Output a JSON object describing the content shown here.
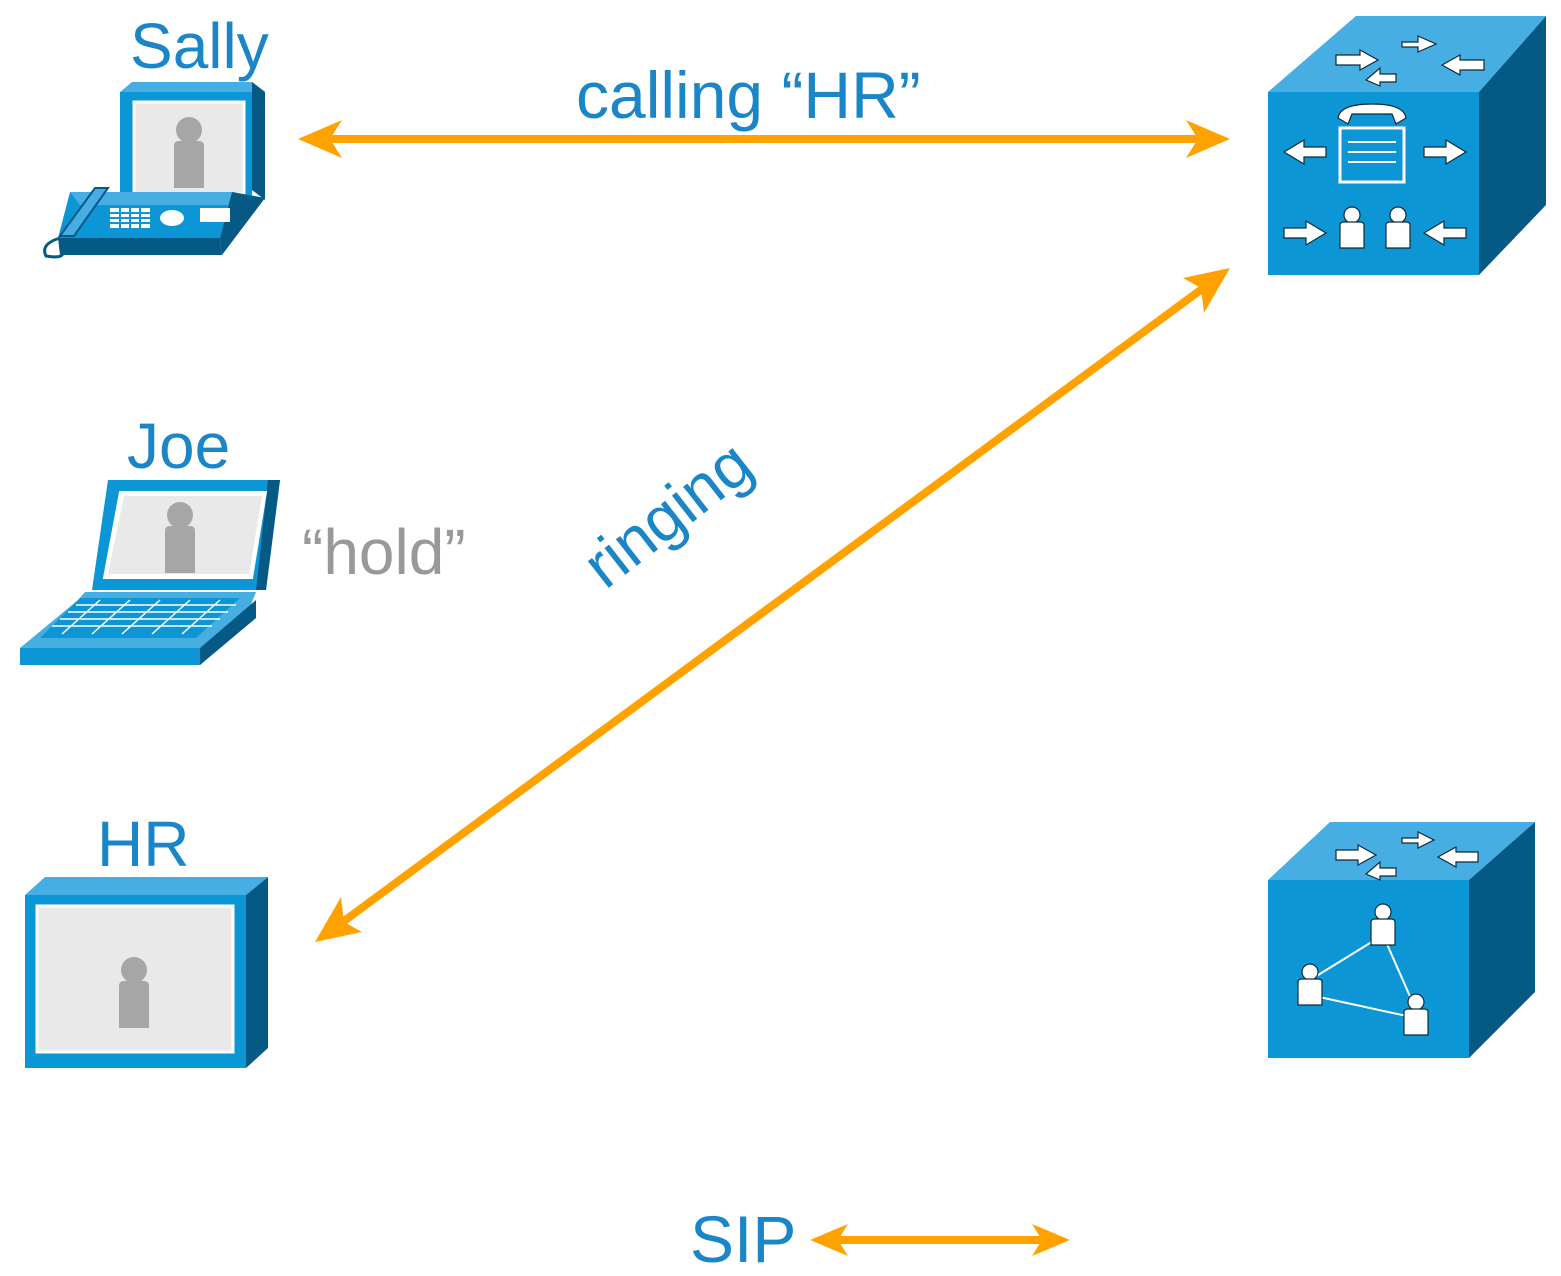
{
  "colors": {
    "accent_blue": "#1a86c8",
    "device_blue": "#0d96d6",
    "device_light": "#46aee3",
    "device_dark": "#055a85",
    "arrow_orange": "#ffa200",
    "figure_gray": "#a6a6a6",
    "hold_gray": "#999999"
  },
  "nodes": {
    "sally": {
      "label": "Sally",
      "icon": "ip-video-phone-icon"
    },
    "joe": {
      "label": "Joe",
      "icon": "laptop-icon",
      "status": "“hold”"
    },
    "hr": {
      "label": "HR",
      "icon": "video-endpoint-icon"
    },
    "call_manager": {
      "icon": "call-manager-icon"
    },
    "presence_server": {
      "icon": "presence-server-icon"
    }
  },
  "edges": {
    "sally_to_cm": {
      "label": "calling “HR”"
    },
    "cm_to_hr": {
      "label": "ringing"
    }
  },
  "legend": {
    "label": "SIP"
  }
}
